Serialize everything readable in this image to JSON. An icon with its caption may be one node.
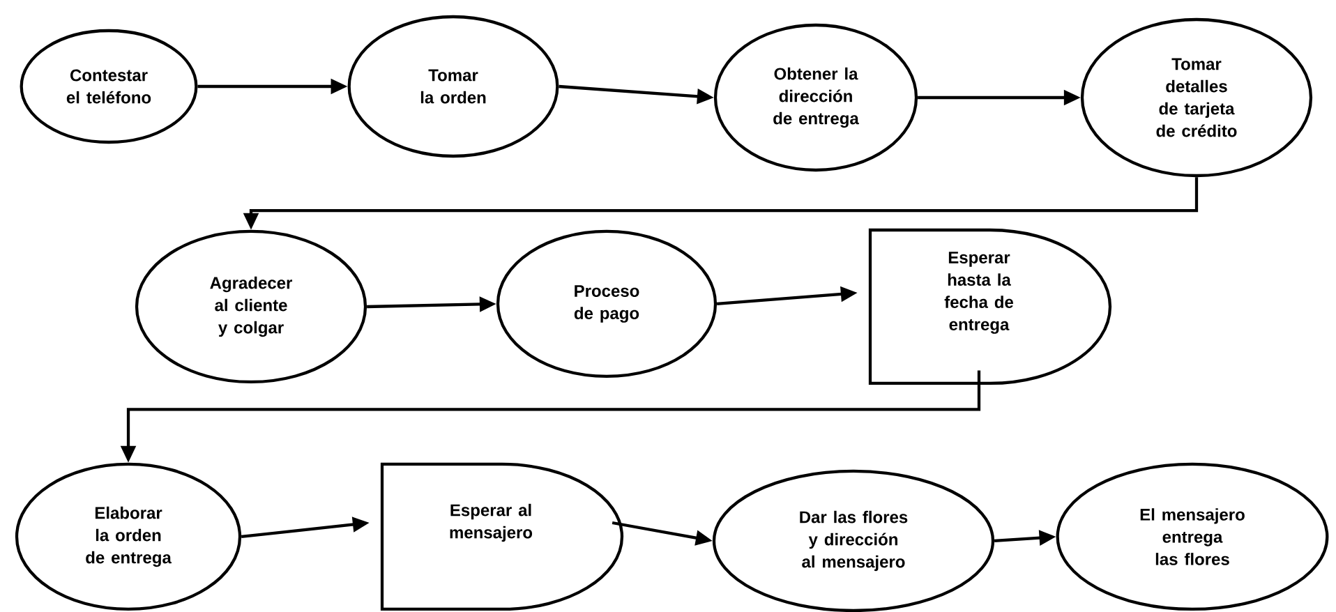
{
  "diagram": {
    "nodes": [
      {
        "text": [
          "Contestar el teléfono"
        ]
      },
      {
        "text": [
          "Tomar la orden"
        ]
      },
      {
        "text": [
          "Obtener la dirección de entrega"
        ]
      },
      {
        "text": [
          "Tomar detalles de tarjeta de crédito"
        ]
      },
      {
        "text": [
          "Agradecer al cliente y colgar"
        ]
      },
      {
        "text": [
          "Proceso de pago"
        ]
      },
      {
        "text": [
          "Esperar hasta la fecha de entrega"
        ]
      },
      {
        "text": [
          "Elaborar la orden de entrega"
        ]
      },
      {
        "text": [
          "Esperar al mensajero"
        ]
      },
      {
        "text": [
          "Dar las flores y dirección al mensajero"
        ]
      },
      {
        "text": [
          "El mensajero entrega las flores"
        ]
      }
    ],
    "edges": [
      {
        "from": 0,
        "to": 1,
        "arrow": "to"
      },
      {
        "from": 1,
        "to": 2,
        "arrow": "to"
      },
      {
        "from": 2,
        "to": 3,
        "arrow": "to"
      },
      {
        "from": 3,
        "to": 4,
        "arrow": "to"
      },
      {
        "from": 4,
        "to": 5,
        "arrow": "to"
      },
      {
        "from": 5,
        "to": 6,
        "arrow": "to"
      },
      {
        "from": 6,
        "to": 7,
        "arrow": "to"
      },
      {
        "from": 7,
        "to": 8,
        "arrow": "to"
      },
      {
        "from": 8,
        "to": 9,
        "arrow": "to"
      },
      {
        "from": 9,
        "to": 10,
        "arrow": "to"
      }
    ]
  }
}
